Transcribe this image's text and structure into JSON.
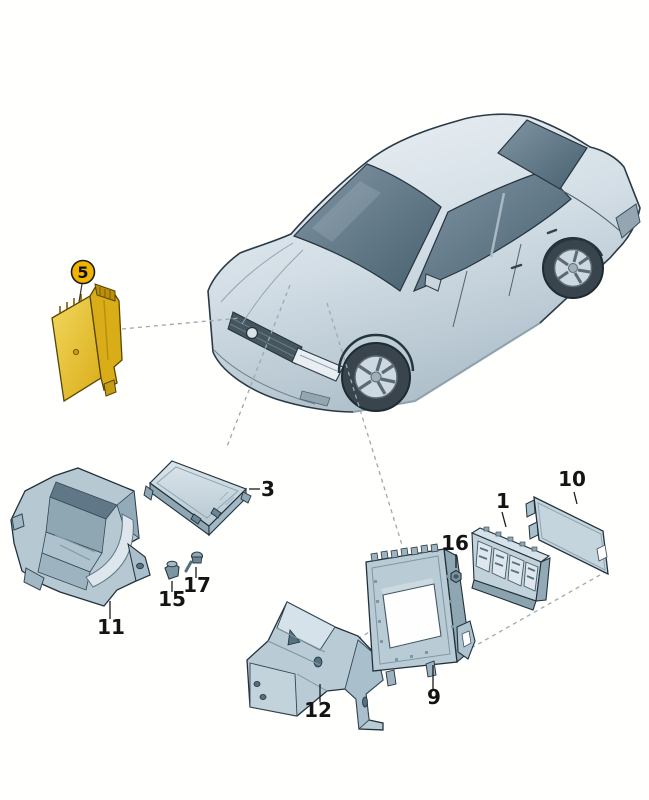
{
  "labels": {
    "p1": "1",
    "p3": "3",
    "p5": "5",
    "p9": "9",
    "p10": "10",
    "p11": "11",
    "p12": "12",
    "p15": "15",
    "p16": "16",
    "p17": "17"
  },
  "colors": {
    "background": "#fffffe",
    "highlighted_part_yellow": "#e9c63c",
    "callout_circle_yellow": "#f0b400",
    "part_light": "#cfdde6",
    "part_mid": "#a9bfcb",
    "part_dark": "#7e97a5",
    "outline": "#22323c",
    "car_body_light": "#edf2f5",
    "car_body_shade": "#b5c6d1",
    "car_glass": "#5d7486",
    "dashed_reference_line": "#9aa9b3",
    "label_text": "#141414"
  }
}
